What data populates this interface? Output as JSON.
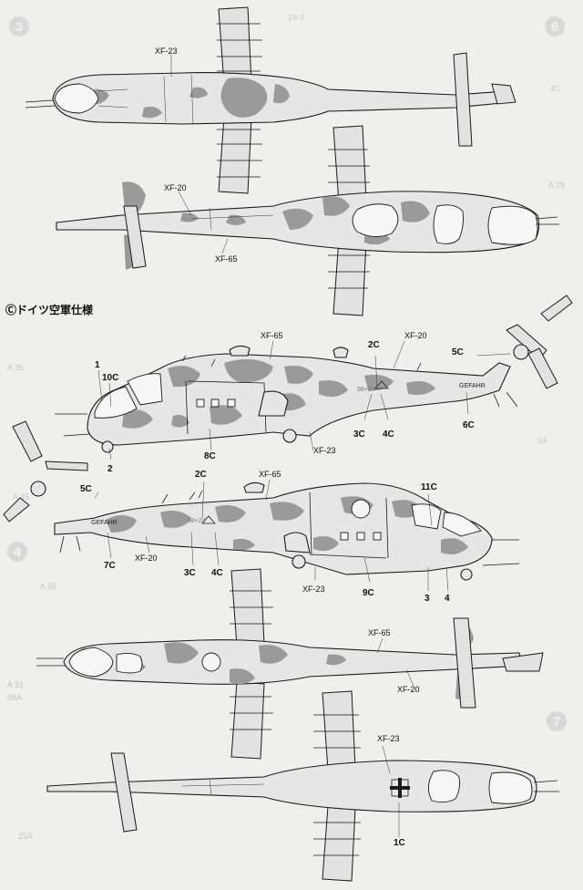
{
  "section_title": "Ⓒドイツ空軍仕様",
  "background_step_numbers": [
    "3",
    "6",
    "4",
    "7"
  ],
  "background_part_codes": [
    "A 35",
    "A 29",
    "A 31",
    "08A",
    "A 55",
    "A 45",
    "25A",
    "19-3",
    "4C",
    "54"
  ],
  "decal_text": "GEFAHR",
  "fuselage_code": "98+24",
  "views": {
    "top_view_1": {
      "color_callouts": [
        "XF-23"
      ]
    },
    "bottom_view_1": {
      "color_callouts": [
        "XF-20",
        "XF-65"
      ]
    },
    "left_side": {
      "color_callouts": [
        "XF-65",
        "XF-20",
        "XF-23"
      ],
      "part_callouts": [
        "1",
        "10C",
        "2",
        "8C",
        "3C",
        "4C",
        "2C",
        "5C",
        "6C"
      ]
    },
    "right_side": {
      "color_callouts": [
        "XF-65",
        "XF-20",
        "XF-23"
      ],
      "part_callouts": [
        "2C",
        "5C",
        "7C",
        "3C",
        "4C",
        "11C",
        "9C",
        "3",
        "4"
      ]
    },
    "top_view_2": {
      "color_callouts": [
        "XF-65",
        "XF-20"
      ]
    },
    "bottom_view_2": {
      "color_callouts": [
        "XF-23"
      ],
      "part_callouts": [
        "1C"
      ]
    }
  },
  "colors": {
    "background": "#efefed",
    "fuselage": "#e4e4e4",
    "camouflage": "#9a9a9a",
    "line": "#1a1a1a"
  }
}
